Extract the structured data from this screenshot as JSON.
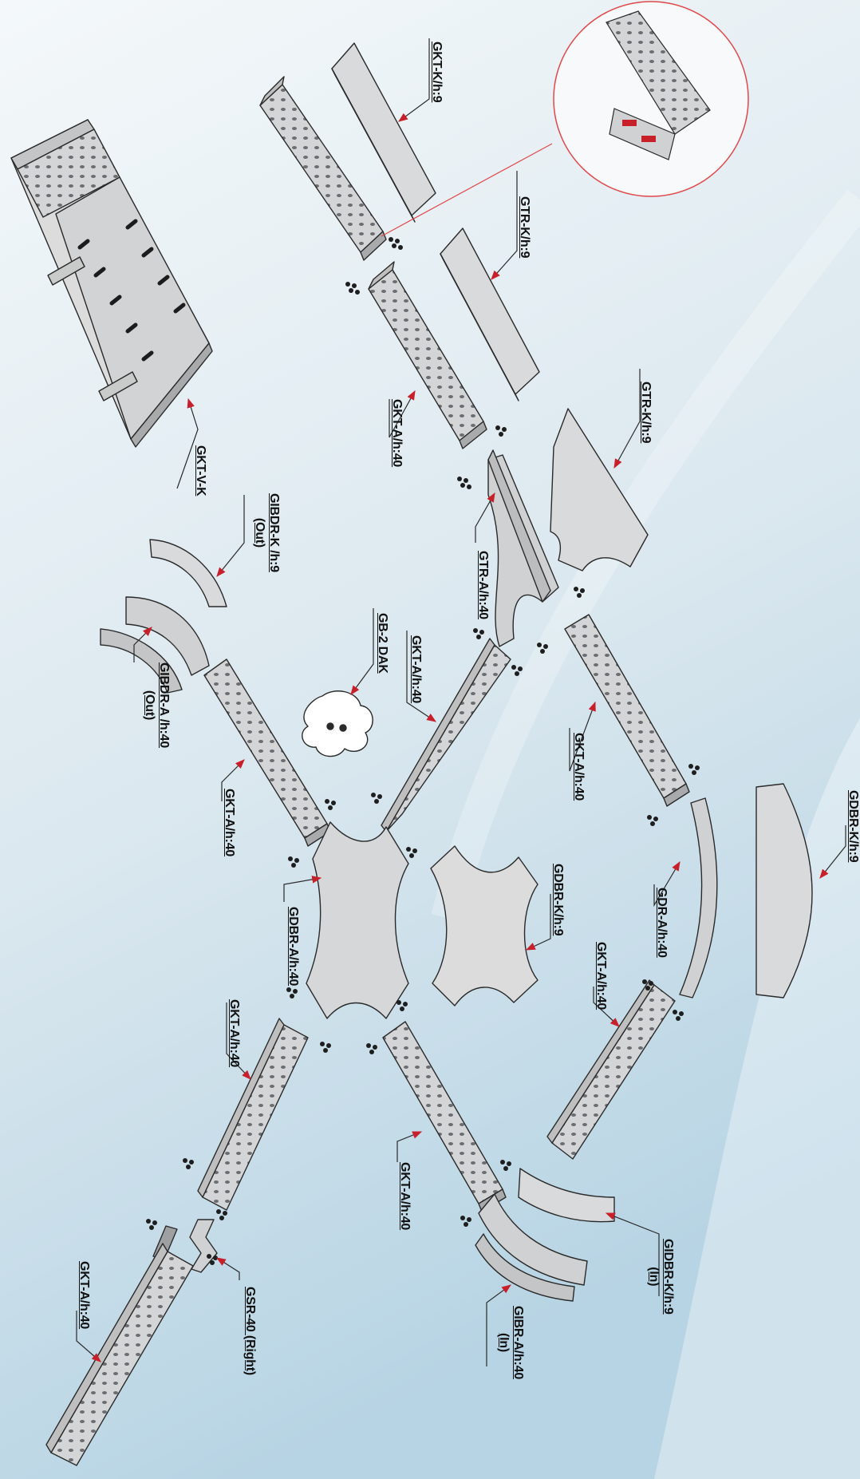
{
  "labels": {
    "gkt_k_h9": "GKT-K/h:9",
    "gtr_k_h9_top": "GTR-K/h:9",
    "gkt_v_k": "GKT-V-K",
    "gkt_a_h40_top": "GKT-A/h:40",
    "gtr_k_h9_tee": "GTR-K/h:9",
    "gtr_a_h40": "GTR-A/h:40",
    "gibdr_k_h9_out": "GIBDR-K /h:9",
    "gibdr_k_h9_out_sub": "(Out)",
    "gibdr_a_h40_out": "GIBDR-A /h:40",
    "gibdr_a_h40_out_sub": "(Out)",
    "gb2_dak": "GB-2 DAK",
    "gkt_a_h40_mid": "GKT-A/h:40",
    "gkt_a_h40_left": "GKT-A/h:40",
    "gkt_a_h40_right": "GKT-A/h:40",
    "gdbr_k_h9_right": "GDBR-K/h:9",
    "gdbr_a_h40": "GDBR-A/h:40",
    "gdbr_k_h9_center": "GDBR-K/h:9",
    "gdr_a_h40": "GDR-A/h:40",
    "gkt_a_h40_lower_right": "GKT-A/h:40",
    "gkt_a_h40_lower_left": "GKT-A/h:40",
    "gkt_a_h40_lower_mid": "GKT-A/h:40",
    "gkt_a_h40_bottom": "GKT-A/h:40",
    "gsr_40_right": "GSR-40 (Right)",
    "gidbr_k_h9_in": "GIDBR-K/h:9",
    "gidbr_k_h9_in_sub": "(In)",
    "gibr_a_h40_in": "GIBR-A/h:40",
    "gibr_a_h40_in_sub": "(In)"
  },
  "colors": {
    "part_fill": "#d6d7d8",
    "part_stroke": "#2a2a2a",
    "arrow": "#c8202a",
    "detail_circle": "#e0474a",
    "bg_top": "#eef3f6",
    "bg_bottom": "#b9d6e6"
  }
}
